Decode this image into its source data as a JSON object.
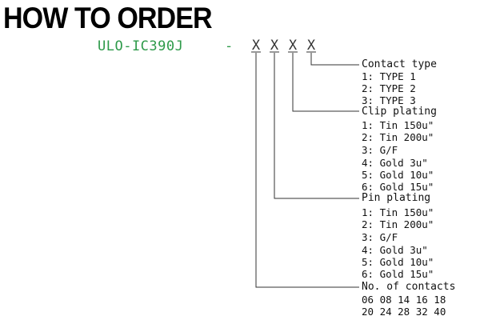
{
  "title": "HOW TO ORDER",
  "part_prefix": "ULO-IC390J",
  "separator": "-",
  "placeholder": "X",
  "colors": {
    "part_prefix": "#2e9a4a",
    "text": "#111111",
    "lines": "#333333"
  },
  "fields": {
    "contact_type": {
      "label": "Contact type",
      "options": [
        "1: TYPE 1",
        "2: TYPE 2",
        "3: TYPE 3"
      ]
    },
    "clip_plating": {
      "label": "Clip plating",
      "options": [
        "1: Tin 150u\"",
        "2: Tin 200u\"",
        "3: G/F",
        "4: Gold 3u\"",
        "5: Gold 10u\"",
        "6: Gold 15u\""
      ]
    },
    "pin_plating": {
      "label": "Pin plating",
      "options": [
        "1: Tin 150u\"",
        "2: Tin 200u\"",
        "3: G/F",
        "4: Gold 3u\"",
        "5: Gold 10u\"",
        "6: Gold 15u\""
      ]
    },
    "contacts": {
      "label": "No. of contacts",
      "rows": [
        "06 08 14 16 18",
        "20 24 28 32 40"
      ]
    }
  }
}
